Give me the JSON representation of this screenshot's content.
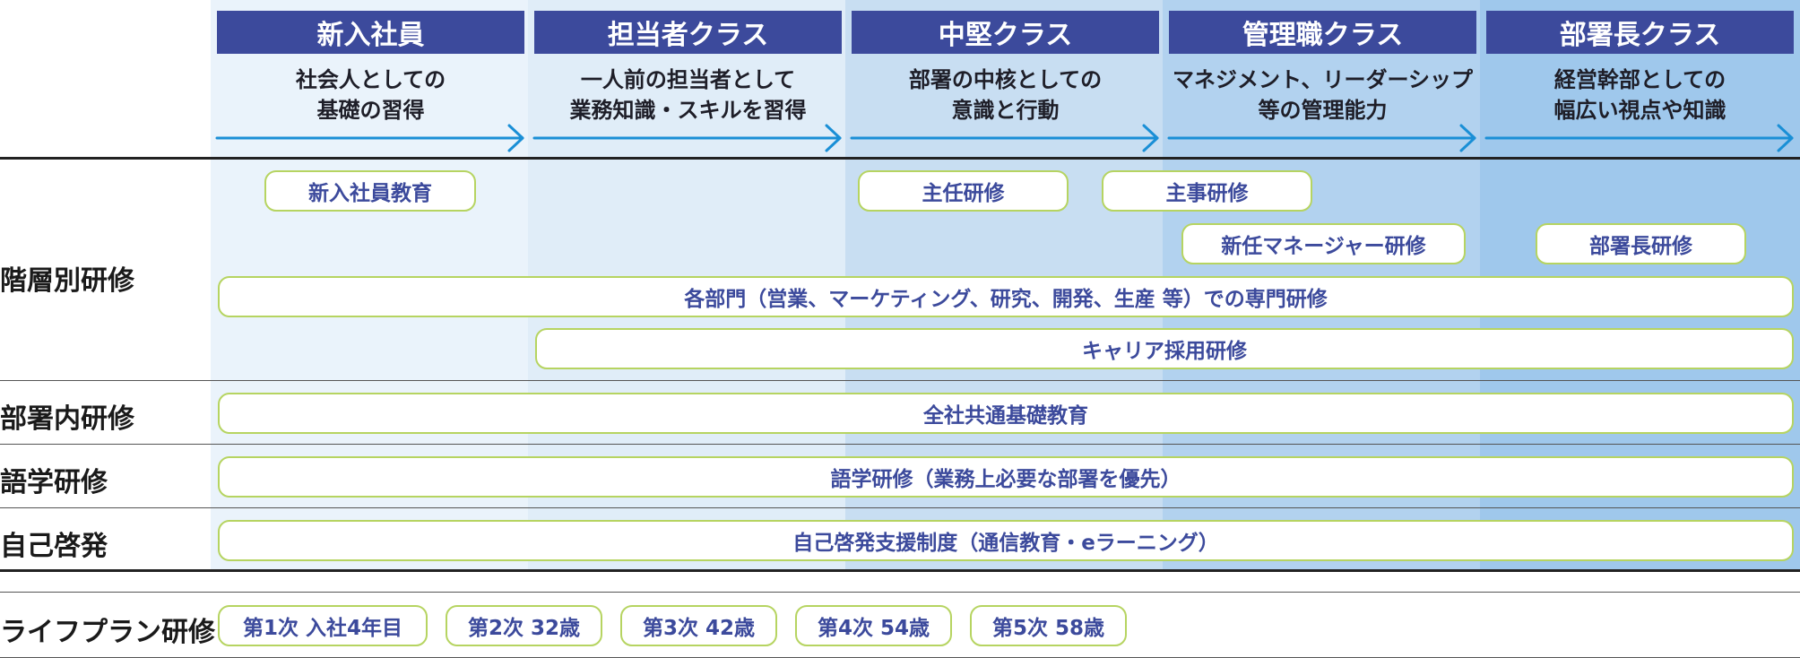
{
  "columns": [
    {
      "title": "新入社員",
      "desc": "社会人としての\n基礎の習得"
    },
    {
      "title": "担当者クラス",
      "desc": "一人前の担当者として\n業務知識・スキルを習得"
    },
    {
      "title": "中堅クラス",
      "desc": "部署の中核としての\n意識と行動"
    },
    {
      "title": "管理職クラス",
      "desc": "マネジメント、リーダーシップ\n等の管理能力"
    },
    {
      "title": "部署長クラス",
      "desc": "経営幹部としての\n幅広い視点や知識"
    }
  ],
  "categories": {
    "kaisou": "階層別研修",
    "busho": "部署内研修",
    "gogaku": "語学研修",
    "jiko": "自己啓発",
    "lifeplan": "ライフプラン研修"
  },
  "programs": {
    "shinnyu": "新入社員教育",
    "shunin": "主任研修",
    "shuji": "主事研修",
    "shinnin_manager": "新任マネージャー研修",
    "buchou": "部署長研修",
    "senmon": "各部門（営業、マーケティング、研究、開発、生産 等）での専門研修",
    "career": "キャリア採用研修",
    "zensha": "全社共通基礎教育",
    "gogaku": "語学研修（業務上必要な部署を優先）",
    "jiko": "自己啓発支援制度（通信教育・eラーニング）"
  },
  "lifeplan": [
    "第1次 入社4年目",
    "第2次 32歳",
    "第3次 42歳",
    "第4次 54歳",
    "第5次 58歳"
  ],
  "colors": {
    "header": "#3c4a9c",
    "arrow": "#1a8fd6",
    "pill_border": "#b6d461",
    "pill_text": "#3c4a9c"
  }
}
